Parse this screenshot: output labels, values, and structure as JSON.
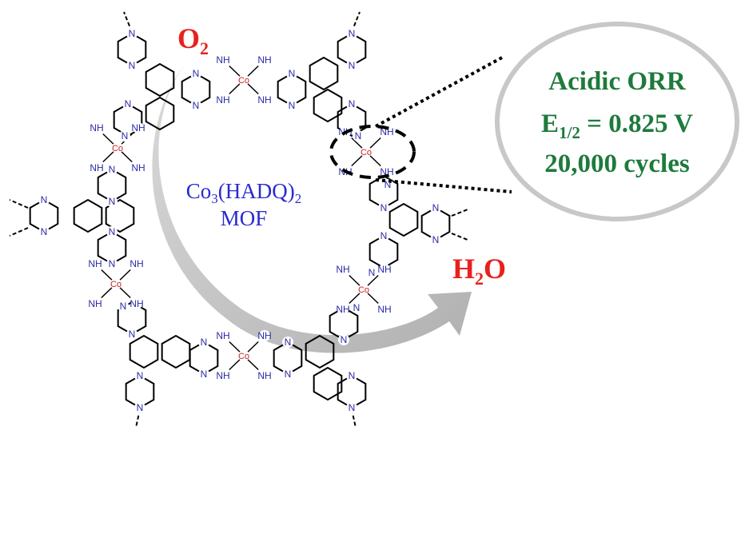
{
  "reactant": {
    "base": "O",
    "sub": "2"
  },
  "product": {
    "base1": "H",
    "sub": "2",
    "base2": "O"
  },
  "material": {
    "line1_base": "Co",
    "line1_sub1": "3",
    "line1_mid": "(HADQ)",
    "line1_sub2": "2",
    "line2": "MOF"
  },
  "callout": {
    "line1": "Acidic ORR",
    "line2_base": "E",
    "line2_sub": "1/2",
    "line2_rest": " = 0.825 V",
    "line3": "20,000 cycles"
  },
  "atom_labels": {
    "nitrogen": "N",
    "amine": "NH",
    "cobalt": "Co"
  },
  "colors": {
    "reactant": "#e8211e",
    "material": "#2a2ad0",
    "callout_text": "#1e7a3c",
    "callout_ring": "#c8c8c8",
    "arrow": "#b9b9b9",
    "atom_n": "#2a2aa8",
    "atom_co": "#d02020"
  }
}
